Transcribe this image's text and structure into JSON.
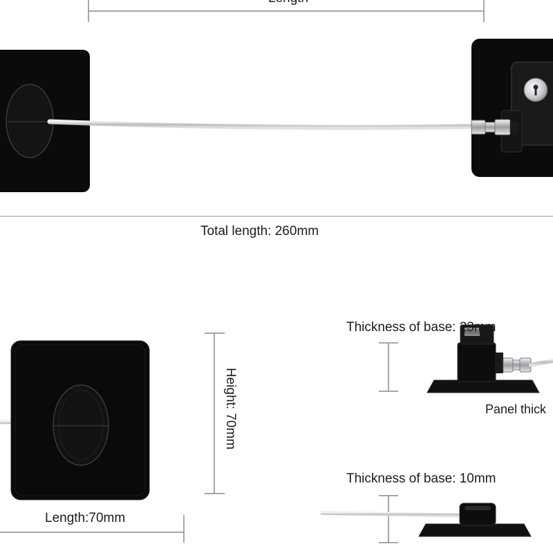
{
  "top_dimension_label": "Length",
  "total_length_label": "Total length: 260mm",
  "height_label": "Height: 70mm",
  "length_label": "Length:70mm",
  "base_thickness_top_label": "Thickness of base: 23mm",
  "panel_thickness_label": "Panel thick",
  "base_thickness_bottom_label": "Thickness of base: 10mm",
  "colors": {
    "pad": "#0a0a0a",
    "cable": "#c9ccd0",
    "line": "#8a8a8a"
  }
}
